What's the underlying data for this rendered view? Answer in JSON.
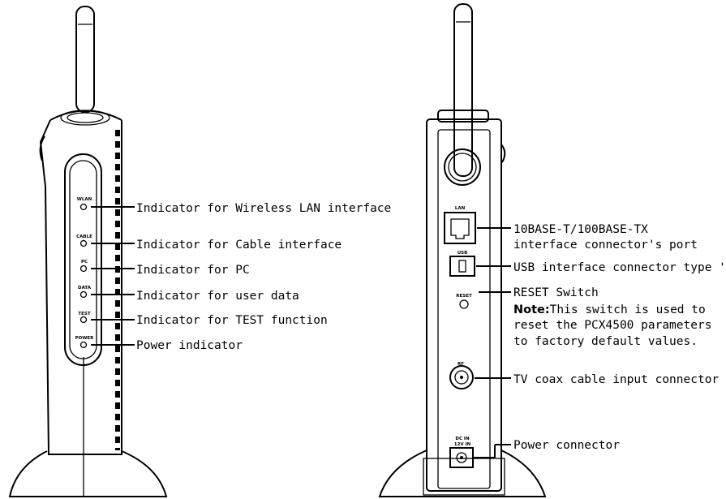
{
  "left_device": {
    "led_labels": [
      "WLAN",
      "CABLE",
      "PC",
      "DATA",
      "TEST",
      "POWER"
    ],
    "callouts": [
      "Indicator for Wireless LAN interface",
      "Indicator for Cable interface",
      "Indicator for PC",
      "Indicator for user data",
      "Indicator for TEST function",
      "Power indicator"
    ]
  },
  "right_device": {
    "port_labels": {
      "lan": "LAN",
      "usb": "USB",
      "reset": "RESET",
      "rf": "RF",
      "dc_in_line1": "DC IN",
      "dc_in_line2": "12V IN"
    },
    "callouts": {
      "lan_line1": "10BASE-T/100BASE-TX",
      "lan_line2": "interface connector's port",
      "usb": "USB interface connector type 'B'",
      "reset_title": "RESET Switch",
      "reset_note_label": "Note:",
      "reset_note_line1": "This switch is used to",
      "reset_note_line2": "reset the PCX4500 parameters",
      "reset_note_line3": "to factory default values.",
      "rf": "TV coax cable input connector",
      "power": "Power connector"
    }
  }
}
